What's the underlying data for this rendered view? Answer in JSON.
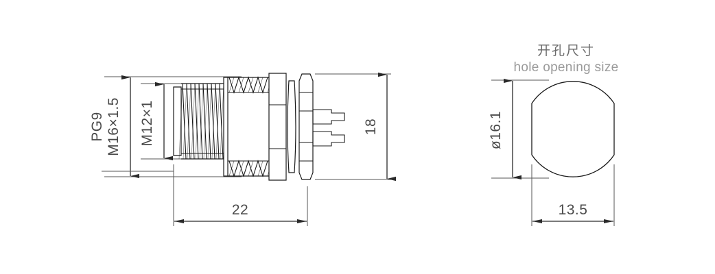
{
  "drawing": {
    "title_cn": "开孔尺寸",
    "title_en": "hole opening size",
    "left_view": {
      "name": "connector-side-view",
      "labels": {
        "thread_outer_line1": "PG9",
        "thread_outer_line2": "M16×1.5",
        "thread_inner": "M12×1",
        "height": "18",
        "length": "22"
      }
    },
    "right_view": {
      "name": "hole-opening-view",
      "labels": {
        "diameter": "ø16.1",
        "width": "13.5"
      }
    }
  },
  "colors": {
    "line": "#1a1a1a",
    "dimension_line": "#4a4a4a",
    "thin_line": "#555555",
    "text_dark": "#3d3d3d",
    "text_gray": "#6a6a6a",
    "text_light_gray": "#9a9a9a",
    "background": "#ffffff"
  }
}
